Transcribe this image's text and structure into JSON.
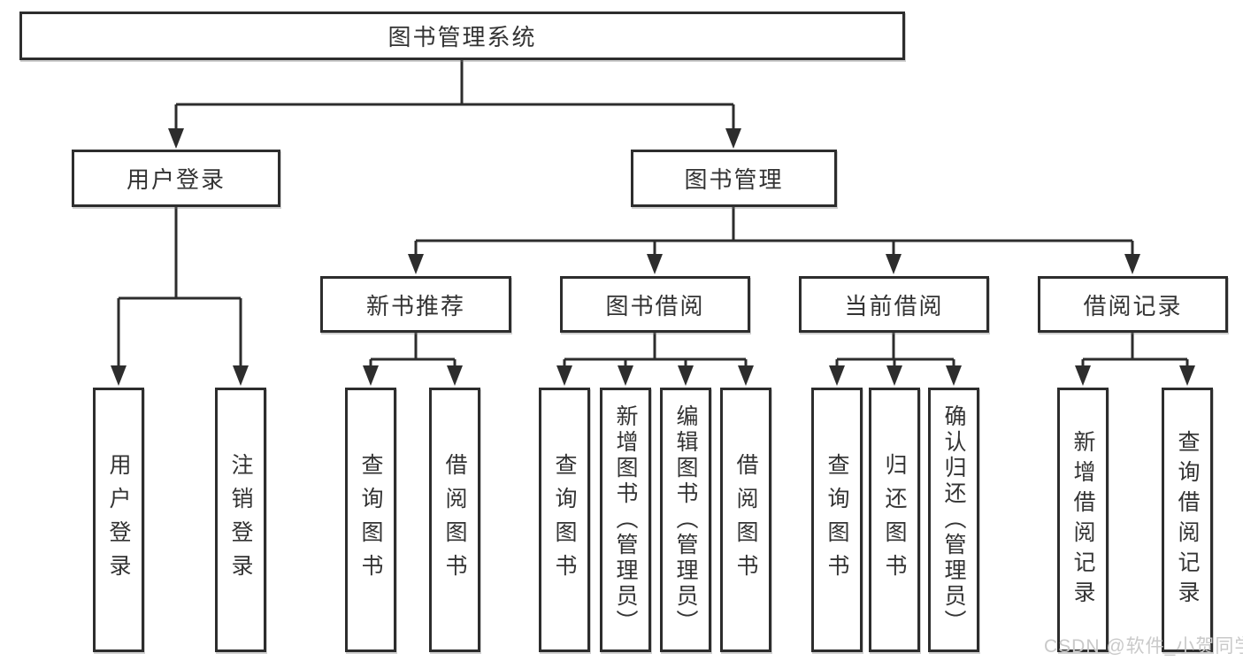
{
  "diagram": {
    "root": {
      "label": "图书管理系统"
    },
    "branches": {
      "user_login": {
        "label": "用户登录",
        "children": [
          "用户登录",
          "注销登录"
        ]
      },
      "book_management": {
        "label": "图书管理",
        "children": {
          "new_book_recommend": {
            "label": "新书推荐",
            "children": [
              "查询图书",
              "借阅图书"
            ]
          },
          "book_borrow": {
            "label": "图书借阅",
            "children": [
              "查询图书",
              "新增图书（管理员）",
              "编辑图书（管理员）",
              "借阅图书"
            ]
          },
          "current_borrow": {
            "label": "当前借阅",
            "children": [
              "查询图书",
              "归还图书",
              "确认归还（管理员）"
            ]
          },
          "borrow_record": {
            "label": "借阅记录",
            "children": [
              "新增借阅记录",
              "查询借阅记录"
            ]
          }
        }
      }
    }
  },
  "watermark": {
    "text": "CSDN @软件_小贺同学"
  },
  "colors": {
    "line": "#2d2d2d",
    "text": "#333333",
    "watermark": "#c9c9c9",
    "background": "#ffffff"
  }
}
